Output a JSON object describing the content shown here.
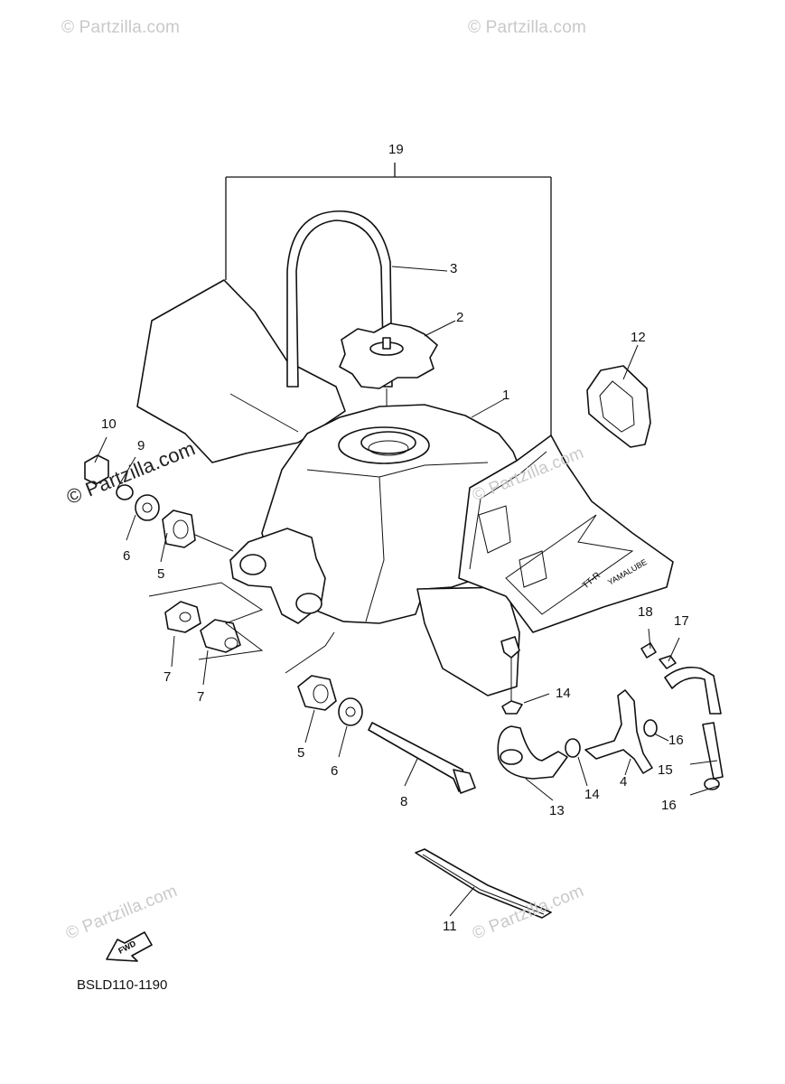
{
  "watermarks": {
    "top_left": "© Partzilla.com",
    "top_right": "© Partzilla.com",
    "middle_left": "© Partzilla.com",
    "center_right": "© Partzilla.com",
    "bottom_left": "© Partzilla.com",
    "bottom_right": "© Partzilla.com"
  },
  "callouts": {
    "c1": "1",
    "c2": "2",
    "c3": "3",
    "c4": "4",
    "c5a": "5",
    "c5b": "5",
    "c6a": "6",
    "c6b": "6",
    "c7a": "7",
    "c7b": "7",
    "c8": "8",
    "c9": "9",
    "c10": "10",
    "c11": "11",
    "c12": "12",
    "c13": "13",
    "c14a": "14",
    "c14b": "14",
    "c15": "15",
    "c16a": "16",
    "c16b": "16",
    "c17": "17",
    "c18": "18",
    "c19": "19"
  },
  "fwd_arrow_label": "FWD",
  "decal_text": {
    "brand": "YAMALUBE",
    "model": "TT-R"
  },
  "diagram_code": "BSLD110-1190"
}
